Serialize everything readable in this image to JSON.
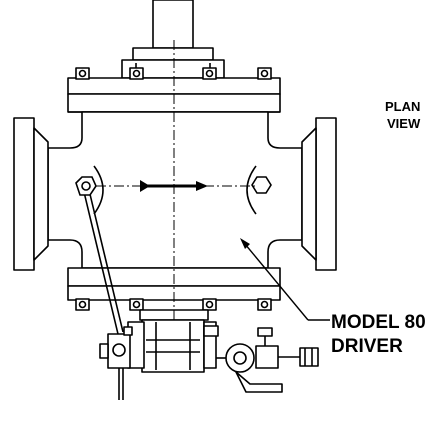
{
  "labels": {
    "plan_view_line1": "PLAN",
    "plan_view_line2": "VIEW",
    "callout_line1": "MODEL 80",
    "callout_line2": "DRIVER"
  }
}
